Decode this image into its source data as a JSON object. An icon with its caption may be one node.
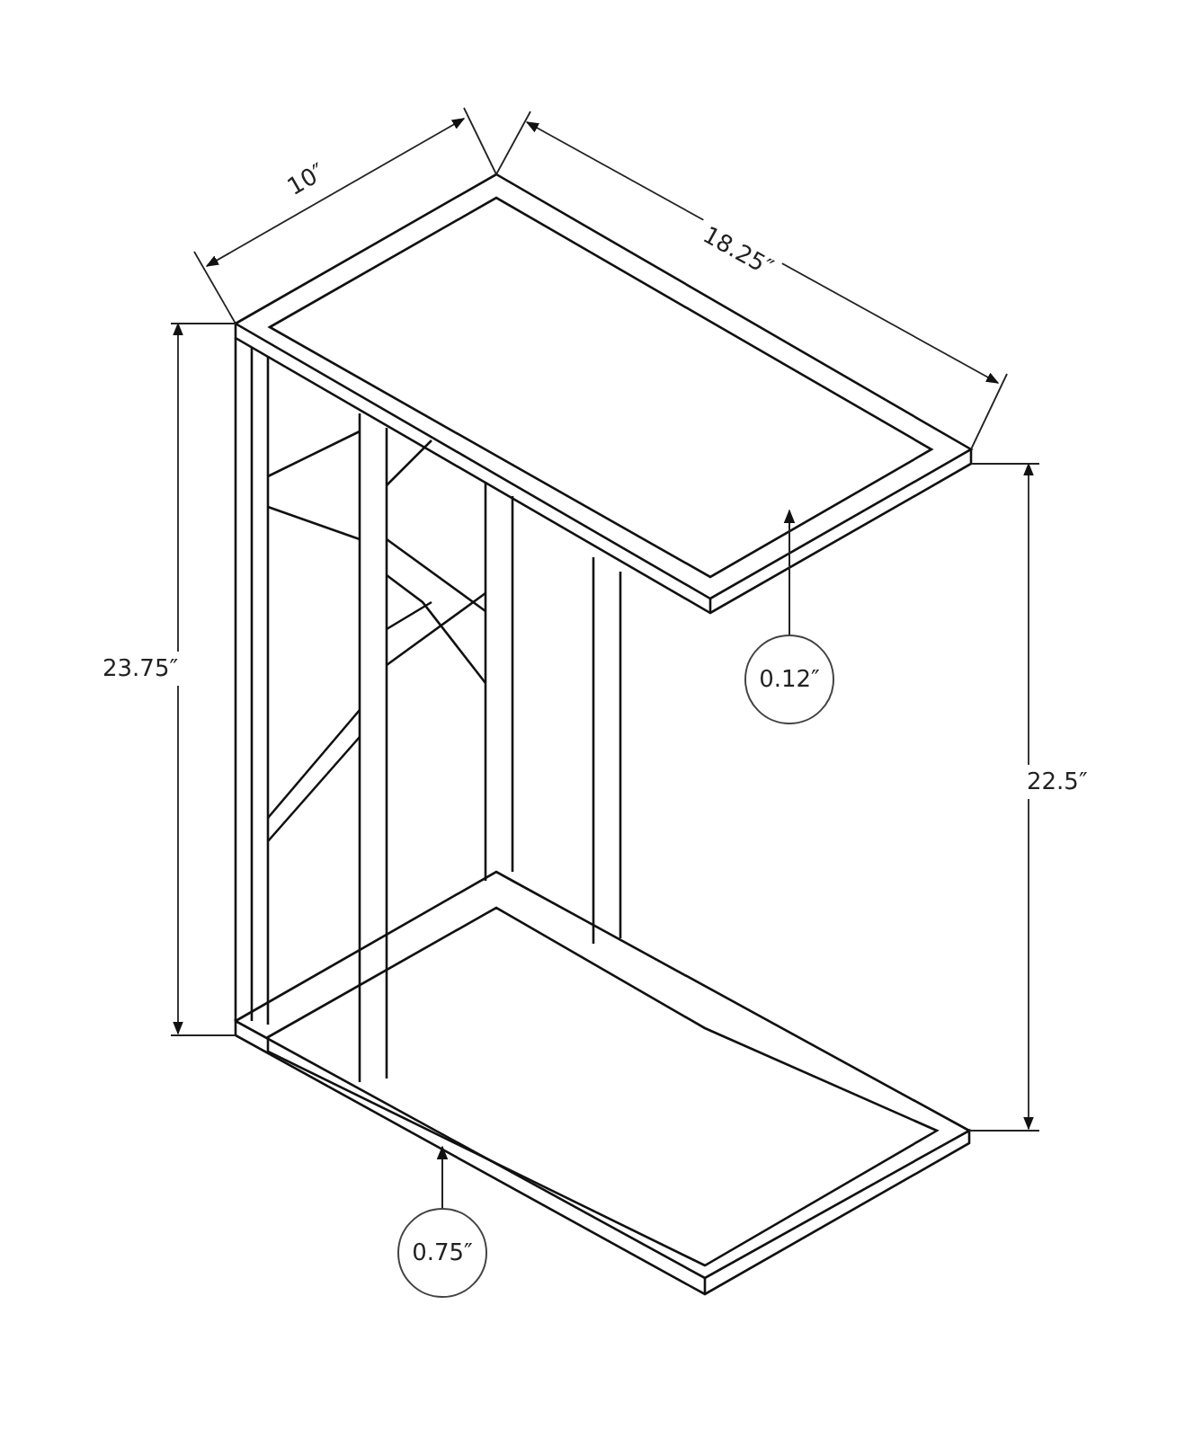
{
  "diagram": {
    "nodes": [
      {
        "text": [
          "0.12″"
        ]
      },
      {
        "text": [
          "0.75″"
        ]
      }
    ],
    "edges": [
      {
        "from": 0,
        "to": null,
        "arrow": "to"
      },
      {
        "from": 1,
        "to": null,
        "arrow": "to"
      }
    ],
    "labels": [
      "10″",
      "18.25″",
      "23.75″",
      "22.5″"
    ]
  }
}
